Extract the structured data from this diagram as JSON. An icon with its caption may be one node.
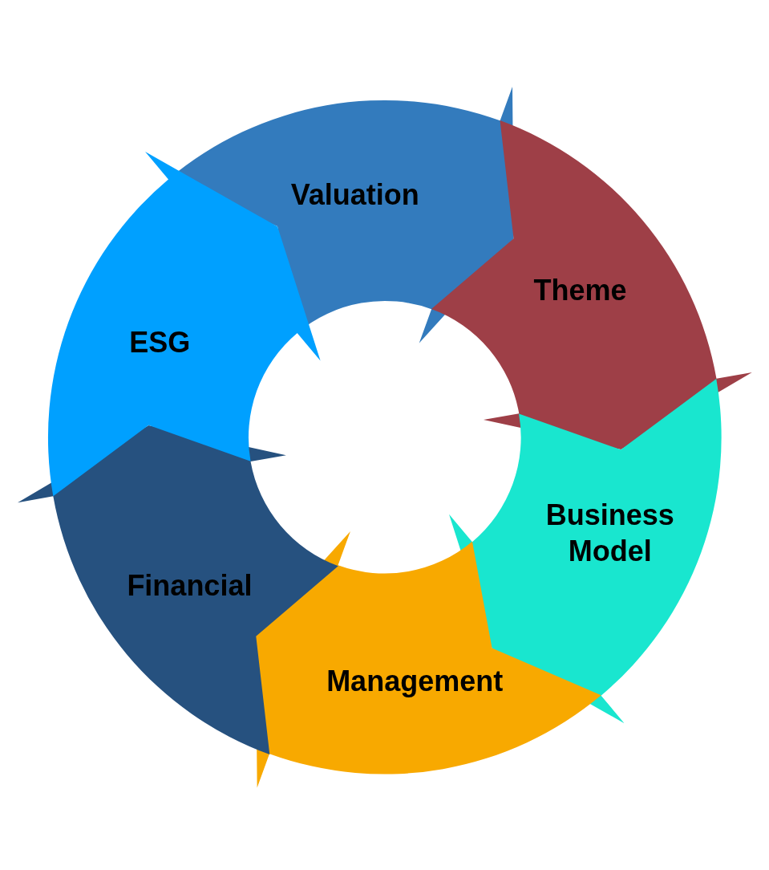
{
  "diagram": {
    "nodes": [
      {
        "text": [
          "Valuation"
        ]
      },
      {
        "text": [
          "Theme"
        ]
      },
      {
        "text": [
          "Business Model"
        ]
      },
      {
        "text": [
          "Management"
        ]
      },
      {
        "text": [
          "Financial"
        ]
      },
      {
        "text": [
          "ESG"
        ]
      }
    ]
  }
}
